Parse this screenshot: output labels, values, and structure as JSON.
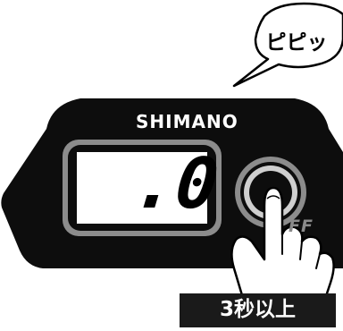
{
  "device": {
    "brand": "SHIMANO",
    "display_value": ".0",
    "power_label": "FF"
  },
  "callout": {
    "sound_text": "ピピッ",
    "duration_text": "3秒以上"
  },
  "colors": {
    "device_body": "#0d0d0d",
    "bezel": "#8c8c8c",
    "lcd": "#ffffff",
    "banner": "#1a1a1a",
    "ring_highlight": "#cfcfcf"
  },
  "icons": {
    "pressing_hand": "pointing-hand-icon",
    "power_button": "power-button-icon"
  }
}
